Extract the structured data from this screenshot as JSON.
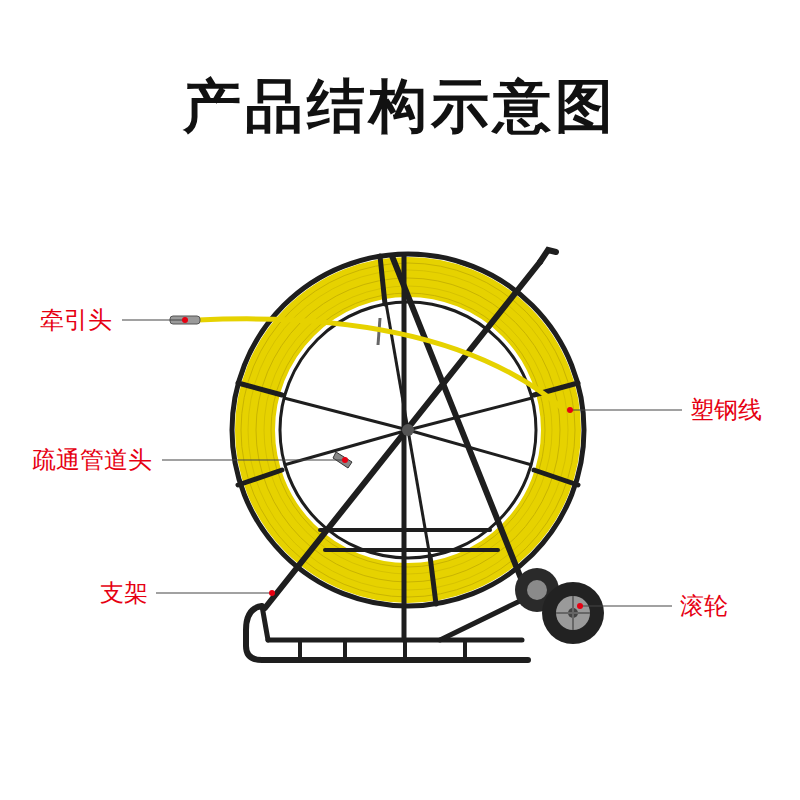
{
  "diagram": {
    "title": "产品结构示意图",
    "labels": [
      "牵引头",
      "塑钢线",
      "疏通管道头",
      "支架",
      "滚轮"
    ]
  }
}
